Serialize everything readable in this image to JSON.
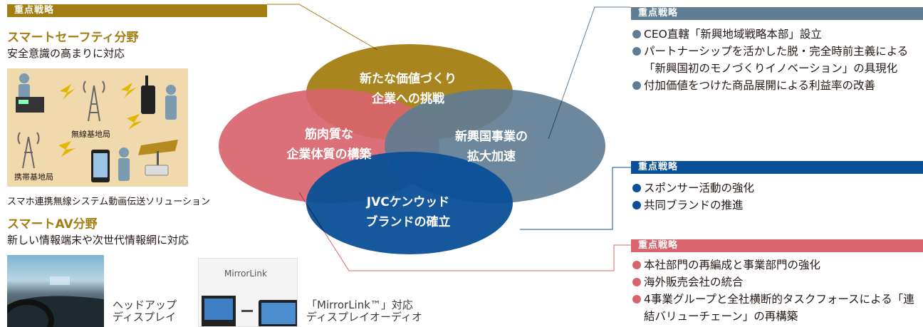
{
  "left": {
    "badge": "重点戦略",
    "smart_safety": {
      "title": "スマートセーフティ分野",
      "subtitle": "安全意識の高まりに対応",
      "labels": {
        "base_station": "無線基地局",
        "cell_station": "携帯基地局"
      },
      "caption": "スマホ連携無線システム動画伝送ソリューション"
    },
    "smart_av": {
      "title": "スマートAV分野",
      "subtitle": "新しい情報端末や次世代情報網に対応",
      "hud_label": [
        "ヘッドアップ",
        "ディスプレイ"
      ],
      "mirrorlink_logo": "MirrorLink",
      "mirrorlink_label": [
        "「MirrorLink™」対応",
        "ディスプレイオーディオ"
      ]
    }
  },
  "venn": {
    "top": [
      "新たな価値づくり",
      "企業への挑戦"
    ],
    "left": [
      "筋肉質な",
      "企業体質の構築"
    ],
    "right": [
      "新興国事業の",
      "拡大加速"
    ],
    "bottom": [
      "JVCケンウッド",
      "ブランドの確立"
    ],
    "colors": {
      "top": "#a37e13",
      "left": "#d9646d",
      "right": "#617d94",
      "bottom": "#0a4f97"
    }
  },
  "right": {
    "blocks": [
      {
        "badge": "重点戦略",
        "items": [
          "CEO直轄「新興地域戦略本部」設立",
          "パートナーシップを活かした脱・完全時前主義による「新興国初のモノづくりイノベーション」の具現化",
          "付加価値をつけた商品展開による利益率の改善"
        ]
      },
      {
        "badge": "重点戦略",
        "items": [
          "スポンサー活動の強化",
          "共同ブランドの推進"
        ]
      },
      {
        "badge": "重点戦略",
        "items": [
          "本社部門の再編成と事業部門の強化",
          "海外販売会社の統合",
          "4事業グループと全社横断的タスクフォースによる「連結バリューチェーン」の再構築"
        ]
      }
    ]
  }
}
